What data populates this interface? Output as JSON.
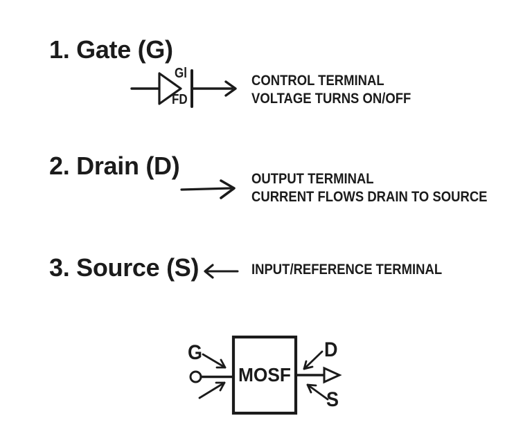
{
  "colors": {
    "ink": "#1b1b1b",
    "background": "#ffffff"
  },
  "sections": [
    {
      "heading": "1. Gate (G)",
      "symbol_label_top": "Gl",
      "symbol_label_bottom": "FD",
      "line1": "CONTROL TERMINAL",
      "line2": "VOLTAGE TURNS ON/OFF"
    },
    {
      "heading": "2. Drain (D)",
      "line1": "OUTPUT TERMINAL",
      "line2": "CURRENT FLOWS DRAIN TO SOURCE"
    },
    {
      "heading": "3. Source (S)",
      "line1": "INPUT/REFERENCE TERMINAL"
    }
  ],
  "diagram": {
    "box_label": "MOSF",
    "gate_label": "G",
    "drain_label": "D",
    "source_label": "S"
  }
}
